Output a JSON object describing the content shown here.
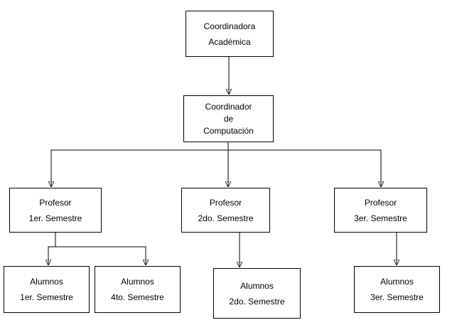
{
  "diagram": {
    "type": "org-chart",
    "nodes": {
      "coordinadora_academica": {
        "line1": "Coordinadora",
        "line2": "Académica"
      },
      "coordinador_computacion": {
        "line1": "Coordinador",
        "line2": "de",
        "line3": "Computación"
      },
      "profesor_1er": {
        "line1": "Profesor",
        "line2": "1er. Semestre"
      },
      "profesor_2do": {
        "line1": "Profesor",
        "line2": "2do. Semestre"
      },
      "profesor_3er": {
        "line1": "Profesor",
        "line2": "3er. Semestre"
      },
      "alumnos_1er": {
        "line1": "Alumnos",
        "line2": "1er. Semestre"
      },
      "alumnos_4to": {
        "line1": "Alumnos",
        "line2": "4to. Semestre"
      },
      "alumnos_2do": {
        "line1": "Alumnos",
        "line2": "2do. Semestre"
      },
      "alumnos_3er": {
        "line1": "Alumnos",
        "line2": "3er. Semestre"
      }
    },
    "edges": [
      {
        "from": "coordinadora_academica",
        "to": "coordinador_computacion"
      },
      {
        "from": "coordinador_computacion",
        "to": "profesor_1er"
      },
      {
        "from": "coordinador_computacion",
        "to": "profesor_2do"
      },
      {
        "from": "coordinador_computacion",
        "to": "profesor_3er"
      },
      {
        "from": "profesor_1er",
        "to": "alumnos_1er"
      },
      {
        "from": "profesor_1er",
        "to": "alumnos_4to"
      },
      {
        "from": "profesor_2do",
        "to": "alumnos_2do"
      },
      {
        "from": "profesor_3er",
        "to": "alumnos_3er"
      }
    ],
    "colors": {
      "background": "#ffffff",
      "box_fill": "#ffffff",
      "box_border": "#000000",
      "text": "#000000",
      "connector": "#000000"
    }
  }
}
